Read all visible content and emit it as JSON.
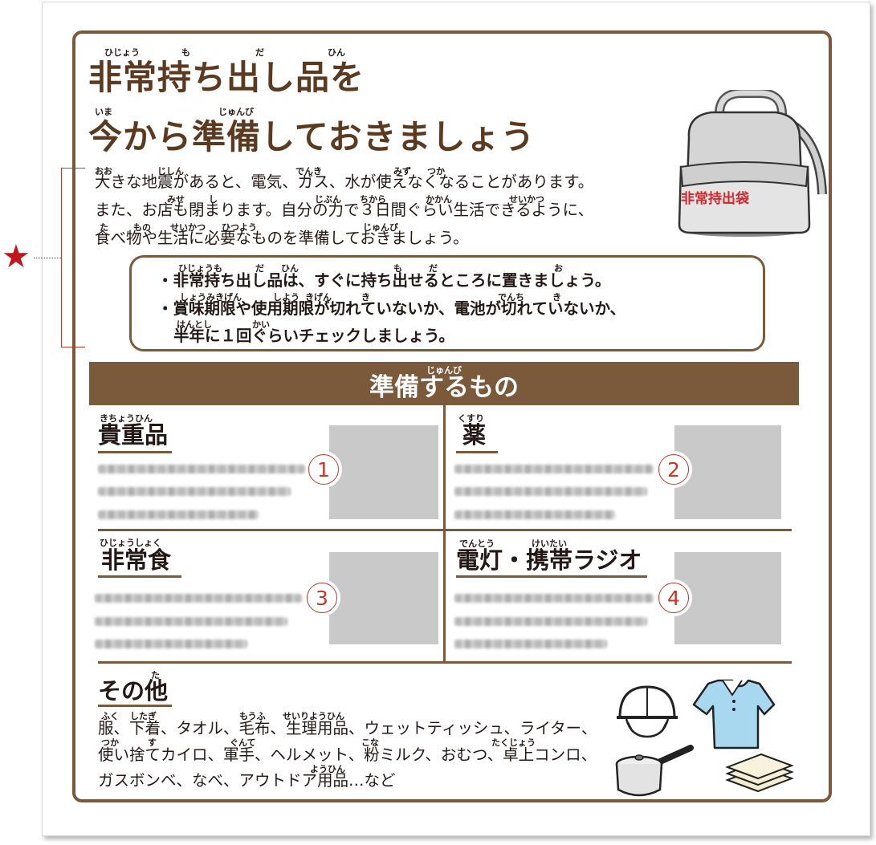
{
  "marker": {
    "star": "★"
  },
  "title": {
    "line1": "非常持ち出し品を",
    "line1_ruby": [
      "ひじょう",
      "も",
      "だ",
      "ひん"
    ],
    "line2": "今から準備しておきましょう",
    "line2_ruby": [
      "いま",
      "じゅんび"
    ]
  },
  "intro": {
    "lines": [
      "大きな地震があると、電気、ガス、水が使えなくなることがあります。",
      "また、お店も閉まります。自分の力で３日間ぐらい生活できるように、",
      "食べ物や生活に必要なものを準備しておきましょう。"
    ],
    "ruby_line1": [
      "おお",
      "じしん",
      "でんき",
      "みず",
      "つか"
    ],
    "ruby_line2": [
      "みせ",
      "し",
      "じぶん",
      "ちから",
      "かかん",
      "せいかつ"
    ],
    "ruby_line3": [
      "た",
      "もの",
      "せいかつ",
      "ひつよう",
      "じゅんび"
    ]
  },
  "bag": {
    "label": "非常持出袋",
    "label_color": "#d6252a"
  },
  "notes": {
    "lines": [
      "・非常持ち出し品は、すぐに持ち出せるところに置きましょう。",
      "・賞味期限や使用期限が切れていないか、電池が切れていないか、",
      "半年に１回ぐらいチェックしましょう。"
    ],
    "ruby_line1": [
      "ひじょうも",
      "だ",
      "ひん",
      "も",
      "だ",
      "お"
    ],
    "ruby_line2": [
      "しょうみ",
      "きげん",
      "しよう",
      "きげん",
      "き",
      "でんち",
      "き"
    ],
    "ruby_line3": [
      "はんとし",
      "かい"
    ]
  },
  "banner": {
    "title": "準備するもの",
    "ruby": "じゅんび",
    "color": "#7b5a3c"
  },
  "cells": [
    {
      "title": "貴重品",
      "ruby": "きちょうひん",
      "number": "1"
    },
    {
      "title": "薬",
      "ruby": "くすり",
      "number": "2"
    },
    {
      "title": "非常食",
      "ruby": "ひじょうしょく",
      "number": "3"
    },
    {
      "title": "電灯・携帯ラジオ",
      "ruby": [
        "でんとう",
        "けいたい"
      ],
      "number": "4"
    }
  ],
  "other": {
    "title": "その他",
    "ruby": "た",
    "lines": [
      "服、下着、タオル、毛布、生理用品、ウェットティッシュ、ライター、",
      "使い捨てカイロ、軍手、ヘルメット、粉ミルク、おむつ、卓上コンロ、",
      "ガスボンベ、なべ、アウトドア用品…など"
    ],
    "ruby_line1": [
      "ふく",
      "したぎ",
      "もうふ",
      "せいりようひん"
    ],
    "ruby_line2": [
      "つか",
      "す",
      "ぐんて",
      "こな",
      "たくじょう"
    ],
    "ruby_line3": [
      "ようひん"
    ]
  },
  "colors": {
    "brown": "#7b5a3c",
    "accent_red": "#c0392b",
    "title_brown": "#5b3a20"
  }
}
